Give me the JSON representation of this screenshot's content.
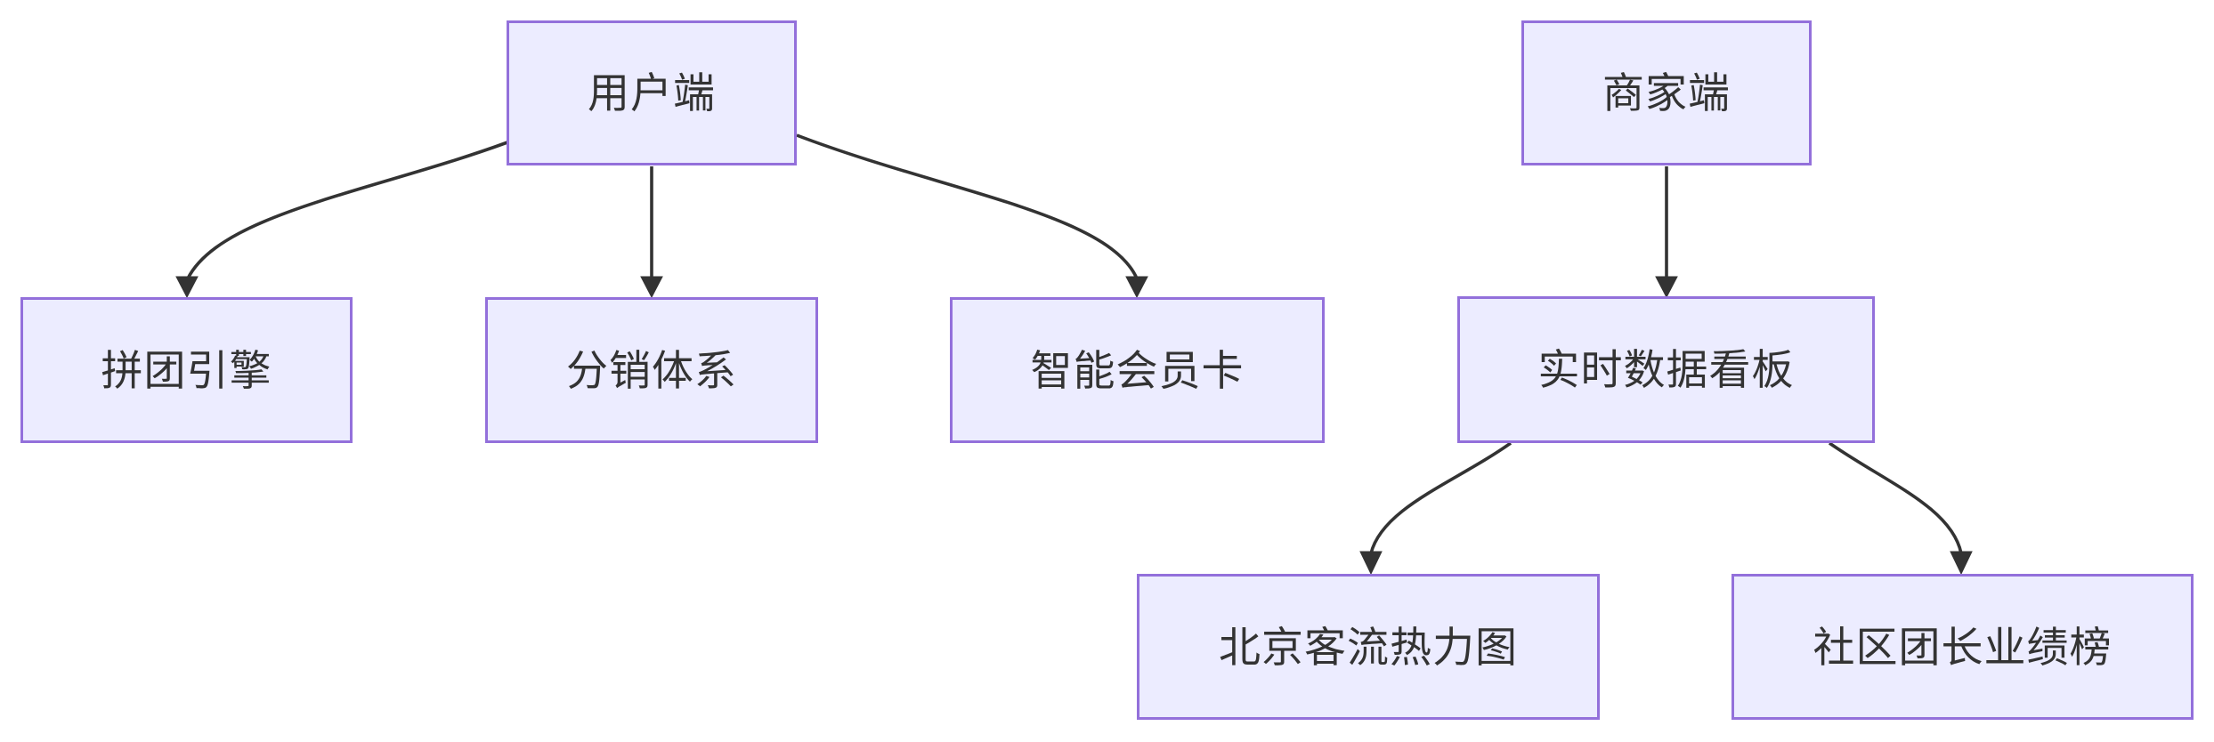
{
  "diagram": {
    "type": "flowchart",
    "direction": "top-down",
    "colors": {
      "node_fill": "#ECECFF",
      "node_border": "#9370DB",
      "node_text": "#333333",
      "edge_stroke": "#333333",
      "background": "#FFFFFF"
    },
    "nodes": [
      {
        "id": "user",
        "label": "用户端"
      },
      {
        "id": "merchant",
        "label": "商家端"
      },
      {
        "id": "groupbuy",
        "label": "拼团引擎"
      },
      {
        "id": "distribution",
        "label": "分销体系"
      },
      {
        "id": "membercard",
        "label": "智能会员卡"
      },
      {
        "id": "dashboard",
        "label": "实时数据看板"
      },
      {
        "id": "heatmap",
        "label": "北京客流热力图"
      },
      {
        "id": "leaderboard",
        "label": "社区团长业绩榜"
      }
    ],
    "edges": [
      {
        "from": "用户端",
        "to": "拼团引擎"
      },
      {
        "from": "用户端",
        "to": "分销体系"
      },
      {
        "from": "用户端",
        "to": "智能会员卡"
      },
      {
        "from": "商家端",
        "to": "实时数据看板"
      },
      {
        "from": "实时数据看板",
        "to": "北京客流热力图"
      },
      {
        "from": "实时数据看板",
        "to": "社区团长业绩榜"
      }
    ]
  }
}
